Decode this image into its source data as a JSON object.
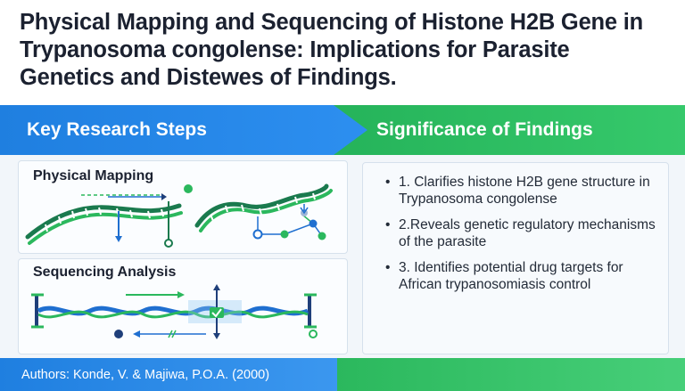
{
  "title": "Physical Mapping and Sequencing of Histone H2B Gene in Trypanosoma congolense: Implications for Parasite Genetics and Distewes of Findings.",
  "left_banner": "Key Research Steps",
  "right_banner": "Significance of Findings",
  "steps": [
    {
      "label": "Physical Mapping"
    },
    {
      "label": "Sequencing Analysis"
    }
  ],
  "findings": [
    "1. Clarifies histone H2B gene structure in Trypanosoma congolense",
    "2.Reveals genetic regulatory mechanisms of the parasite",
    "3. Identifies potential drug targets for African trypanosomiasis control"
  ],
  "footer": "Authors: Konde, V. & Majiwa, P.O.A. (2000)",
  "colors": {
    "blue": "#1f7fe0",
    "green": "#25b35a",
    "dna_dark": "#1a7a4e",
    "node_blue": "#1f6fd0",
    "node_green": "#2bb85d"
  }
}
